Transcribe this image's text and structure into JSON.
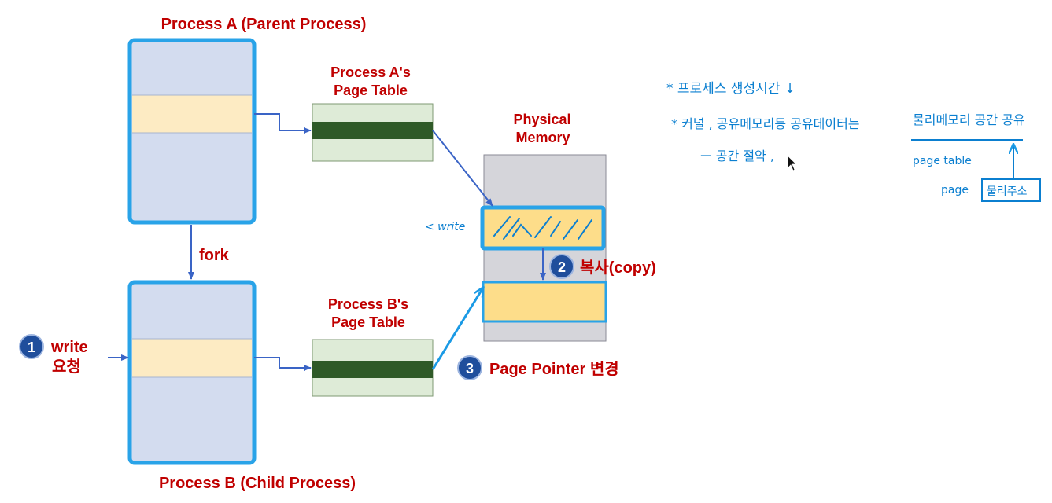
{
  "process_a": {
    "title": "Process A (Parent Process)",
    "page_table_line1": "Process A's",
    "page_table_line2": "Page Table"
  },
  "process_b": {
    "title": "Process B (Child Process)",
    "page_table_line1": "Process B's",
    "page_table_line2": "Page Table"
  },
  "physical_memory": {
    "line1": "Physical",
    "line2": "Memory"
  },
  "fork_label": "fork",
  "steps": [
    {
      "number": "1",
      "line1": "write",
      "line2": "요청"
    },
    {
      "number": "2",
      "text": "복사(copy)"
    },
    {
      "number": "3",
      "text": "Page Pointer 변경"
    }
  ],
  "handwritten": {
    "write_marker": "< write",
    "note1": "* 프로세스 생성시간 ↓",
    "note2": "* 커널 , 공유메모리등 공유데이터는",
    "note2_tail": "물리메모리 공간 공유",
    "note3": "ㅡ 공간 절약 ,",
    "page_table": "page table",
    "page": "page",
    "physical_addr": "물리주소"
  },
  "colors": {
    "process_fill": "#d3dcef",
    "highlight_page": "#fdebc3",
    "process_border": "#29a3e8",
    "table_fill": "#deebd7",
    "table_entry": "#2f5a28",
    "memory_fill": "#d5d5da",
    "memory_page": "#fddd8a",
    "label_red": "#c00000",
    "badge": "#1f4e9c",
    "note_blue": "#0b7fd0"
  }
}
